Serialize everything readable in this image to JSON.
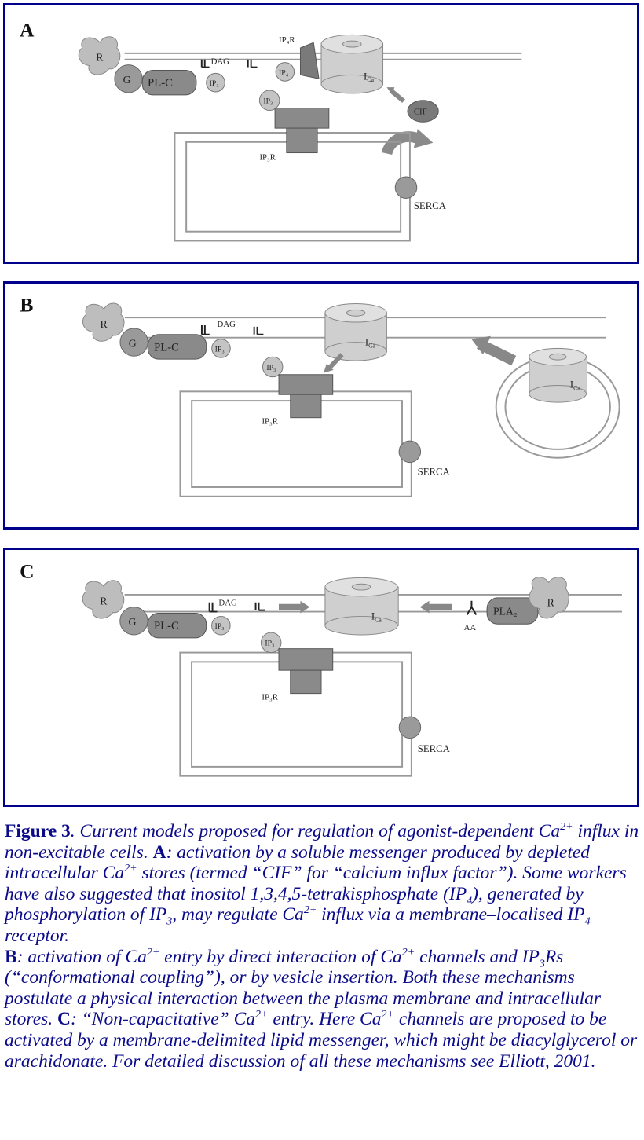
{
  "panels": [
    {
      "id": "A",
      "letter": "A"
    },
    {
      "id": "B",
      "letter": "B"
    },
    {
      "id": "C",
      "letter": "C"
    }
  ],
  "labels": {
    "r": "R",
    "g": "G",
    "plc": "PL-C",
    "dag": "DAG",
    "ip3": "IP₃",
    "ip3r": "IP₃R",
    "ica": "I",
    "ica_sub": "Ca",
    "cif": "CIF",
    "ip4": "IP₄",
    "ip4r": "IP₄R",
    "serca": "SERCA",
    "pla2": "PLA₂",
    "aa": "AA"
  },
  "caption": {
    "figure": "Figure 3",
    "t1": ". Current models proposed for regulation of agonist-dependent Ca",
    "sup": "2+",
    "t2": " influx in non-excitable cells. ",
    "a": "A",
    "t3": ": activation by a soluble messenger produced by depleted intracellular Ca",
    "t4": " stores (termed “CIF” for “calcium influx factor”). Some workers have also suggested that inositol 1,3,4,5-tetrakisphosphate (IP",
    "sub4": "4",
    "t5": "), generated by phosphorylation of IP",
    "sub3": "3",
    "t6": ", may regulate Ca",
    "t7": " influx via a membrane–localised IP",
    "t8": " receptor.",
    "b": "B",
    "t9": ": activation of Ca",
    "t10": " entry by direct interaction of Ca",
    "t11": " channels and IP",
    "t12": "Rs (“conformational coupling”), or by vesicle insertion. Both these mechanisms postulate a physical interaction between the plasma membrane and intracellular stores. ",
    "c": "C",
    "t13": ": “Non-capacitative” Ca",
    "t14": " entry. Here Ca",
    "t15": " channels are proposed to be activated by a membrane-delimited lipid messenger, which might be diacylglycerol or arachidonate. For detailed discussion of all these mechanisms see Elliott, 2001."
  },
  "colors": {
    "border": "#00008b",
    "caption": "#0b0b8a",
    "shape_light": "#c8c8c8",
    "shape_mid": "#9a9a9a",
    "shape_dark": "#7a7a7a"
  }
}
